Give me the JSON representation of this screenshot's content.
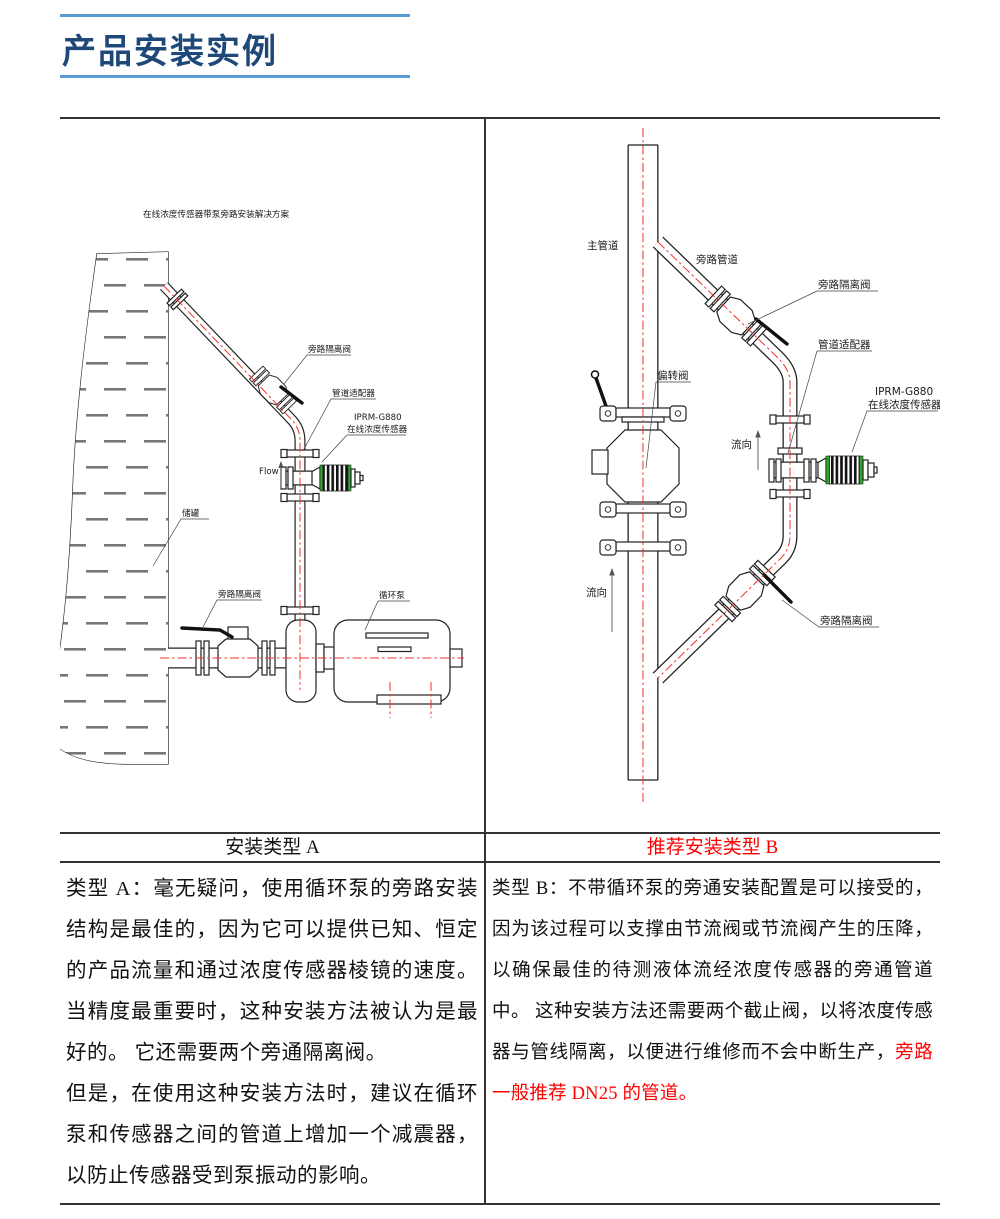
{
  "page": {
    "title": "产品安装实例"
  },
  "colors": {
    "accent_blue": "#5B9BD5",
    "title_blue": "#1E4878",
    "highlight_red": "#FF0000",
    "centerline_red": "#F03228",
    "sensor_green": "#2FA530"
  },
  "table": {
    "header_a": "安装类型 A",
    "header_b": "推荐安装类型 B",
    "cell_a": {
      "p1": "类型 A：毫无疑问，使用循环泵的旁路安装结构是最佳的，因为它可以提供已知、恒定的产品流量和通过浓度传感器棱镜的速度。当精度最重要时，这种安装方法被认为是最好的。 它还需要两个旁通隔离阀。",
      "p2": "但是，在使用这种安装方法时，建议在循环泵和传感器之间的管道上增加一个减震器，以防止传感器受到泵振动的影响。"
    },
    "cell_b": {
      "main": "类型 B：不带循环泵的旁通安装配置是可以接受的，因为该过程可以支撑由节流阀或节流阀产生的压降，以确保最佳的待测液体流经浓度传感器的旁通管道中。 这种安装方法还需要两个截止阀，以将浓度传感器与管线隔离，以便进行维修而不会中断生产，",
      "highlight": "旁路一般推荐 DN25 的管道。"
    }
  },
  "diagram_a": {
    "caption": "在线浓度传感器带泵旁路安装解决方案",
    "labels": {
      "bypass_valve_upper": "旁路隔离阀",
      "pipe_adapter": "管道适配器",
      "sensor_model": "IPRM-G880",
      "sensor_name": "在线浓度传感器",
      "flow": "Flow",
      "tank": "储罐",
      "bypass_valve_lower": "旁路隔离阀",
      "pump": "循环泵"
    }
  },
  "diagram_b": {
    "labels": {
      "main_pipe": "主管道",
      "bypass_pipe": "旁路管道",
      "bypass_valve_upper": "旁路隔离阀",
      "pipe_adapter": "管道适配器",
      "sensor_model": "IPRM-G880",
      "sensor_name": "在线浓度传感器",
      "deflection_valve": "偏转阀",
      "flow_bypass": "流向",
      "flow_main": "流向",
      "bypass_valve_lower": "旁路隔离阀"
    }
  }
}
